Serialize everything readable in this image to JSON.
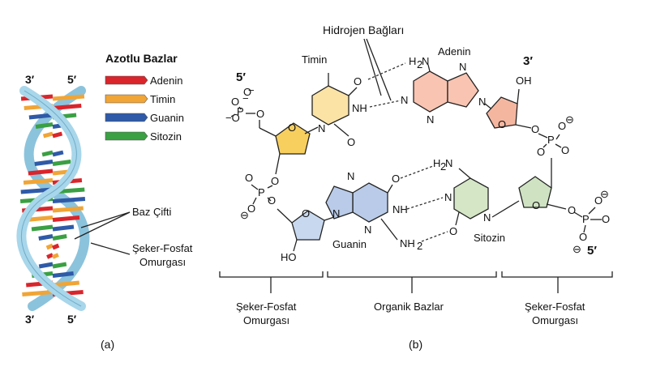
{
  "panel_a": {
    "legend_title": "Azotlu Bazlar",
    "bases": [
      {
        "name": "Adenin",
        "color": "#d9252b"
      },
      {
        "name": "Timin",
        "color": "#f0a536"
      },
      {
        "name": "Guanin",
        "color": "#2f5aa8"
      },
      {
        "name": "Sitozin",
        "color": "#3aa043"
      }
    ],
    "top_left_end": "3′",
    "top_right_end": "5′",
    "bottom_left_end": "3′",
    "bottom_right_end": "5′",
    "base_pair_label": "Baz Çifti",
    "backbone_label_1": "Şeker-Fosfat",
    "backbone_label_2": "Omurgası",
    "caption": "(a)"
  },
  "panel_b": {
    "hbond_label": "Hidrojen Bağları",
    "thymine": "Timin",
    "adenine": "Adenin",
    "guanine": "Guanin",
    "cytosine": "Sitozin",
    "end_5_top": "5′",
    "end_3_top": "3′",
    "end_5_bottom": "5′",
    "bracket_left_1": "Şeker-Fosfat",
    "bracket_left_2": "Omurgası",
    "bracket_mid": "Organik Bazlar",
    "bracket_right_1": "Şeker-Fosfat",
    "bracket_right_2": "Omurgası",
    "caption": "(b)",
    "colors": {
      "thymine_fill": "#fbe3a6",
      "adenine_fill": "#f9c4b2",
      "guanine_fill": "#b9cbe8",
      "cytosine_fill": "#d4e6c6",
      "sugar_top_left": "#f7cf5f",
      "sugar_top_right": "#f5b6a0",
      "sugar_bottom_left": "#c8d8ee",
      "sugar_bottom_right": "#cfe3c2"
    }
  }
}
